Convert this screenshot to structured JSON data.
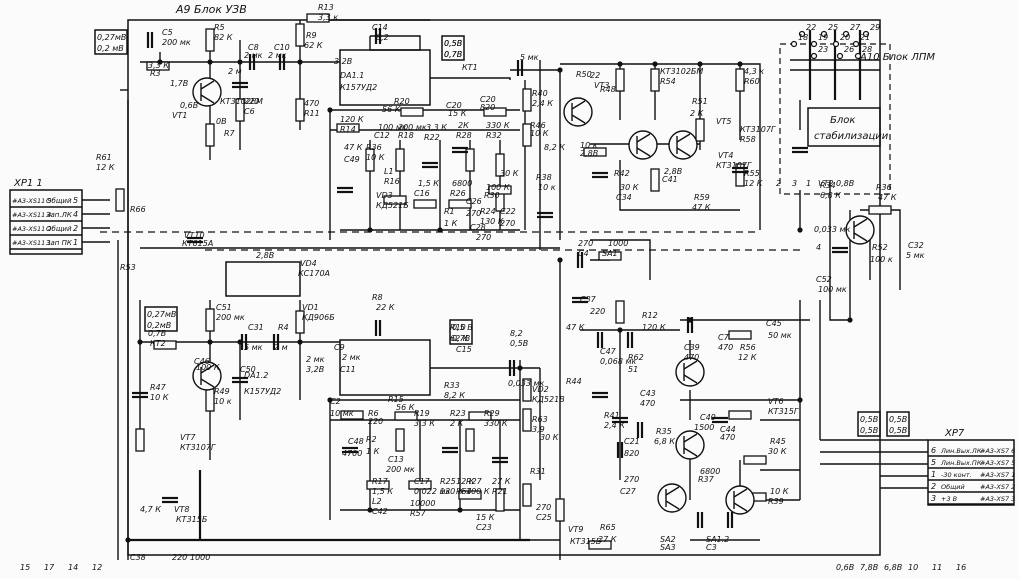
{
  "diagram": {
    "texts": {
      "a9": "А9  Блок  УЗВ",
      "a10": "А10 Блок ЛПМ",
      "blok_stab_1": "Блок",
      "blok_stab_2": "стабилизации",
      "xp1": "XP1 1",
      "xp7": "XP7",
      "lvl1a": "0,27мВ",
      "lvl1b": "0,2 мВ",
      "lvl2a": "0,27мВ",
      "lvl2b": "0,2мВ",
      "lvl3a": "0,5В",
      "lvl3b": "0,7В",
      "lvl4a": "0,5 В",
      "lvl4b": "0,7В",
      "lvl5a": "0,5В",
      "lvl5b": "0,5В",
      "lvl6a": "0,5В",
      "lvl6b": "0,5В"
    },
    "xp1_rows": [
      {
        "ref": "#А3-XS11 5",
        "name": "Общий",
        "pin": "5"
      },
      {
        "ref": "#А3-XS11 4",
        "name": "Зап.ЛК",
        "pin": "4"
      },
      {
        "ref": "#А3-XS11 2",
        "name": "Общий",
        "pin": "2"
      },
      {
        "ref": "#А3-XS11 1",
        "name": "Зап ПК",
        "pin": "1"
      }
    ],
    "xp7_rows": [
      {
        "pin": "6",
        "name": "Лин.Вых.ЛК",
        "ref": "#А3-XS7 6"
      },
      {
        "pin": "5",
        "name": "Лин.Вых.ПК",
        "ref": "#А3-XS7 5"
      },
      {
        "pin": "1",
        "name": "-30 конт.",
        "ref": "#А3-XS7 1"
      },
      {
        "pin": "2",
        "name": "Общий",
        "ref": "#А3-XS7 2"
      },
      {
        "pin": "3",
        "name": "+3 В",
        "ref": "#А3-XS7 3"
      }
    ],
    "labels": [
      "R13",
      "3,3 к",
      "C14",
      "8,2",
      "0,5В",
      "0,7В",
      "КТ1",
      "C5",
      "200 мк",
      "R5",
      "82 К",
      "C8",
      "2 мк",
      "C10",
      "2 мк",
      "R9",
      "62 К",
      "3,2В",
      "DA1.1",
      "К157УД2",
      "C20",
      "5 мк",
      "R50",
      "22",
      "VT3",
      "КТ3102БМ",
      "R54",
      "4,3 к",
      "R60",
      "3,3 К",
      "R3",
      "2 м",
      "1,7В",
      "0,6В",
      "VT1",
      "КТ3102ЕМ",
      "0В",
      "R7",
      "220",
      "C6",
      "470",
      "R11",
      "120 К",
      "R14",
      "56 К",
      "R20",
      "15 К",
      "C20",
      "820",
      "R40",
      "2,4 К",
      "R46",
      "10 К",
      "R48",
      "10 к",
      "2,8В",
      "R51",
      "2 К",
      "VT5",
      "КТ3107Г",
      "R58",
      "47 К",
      "C49",
      "100 мк",
      "C12",
      "200 мк",
      "R18",
      "3,3 К",
      "R22",
      "2К",
      "R28",
      "330 К",
      "R32",
      "8,2 К",
      "R36",
      "10 К",
      "L1",
      "R16",
      "1,5 К",
      "C16",
      "6800",
      "R26",
      "100 К",
      "R30",
      "30 К",
      "R38",
      "10 к",
      "R42",
      "30 К",
      "C34",
      "2,8В",
      "C41",
      "VT4",
      "КТ3107Г",
      "R55",
      "12 К",
      "R59",
      "47 К",
      "R61",
      "12 К",
      "VD3",
      "КД521Б",
      "R1",
      "1 К",
      "R24",
      "130 К",
      "C22",
      "270",
      "C26",
      "270",
      "C28",
      "270",
      "R34",
      "6,8 К",
      "R36",
      "47 К",
      "VT10",
      "КТ815А",
      "R66",
      "270",
      "C4",
      "1000",
      "SA1",
      "C37",
      "220",
      "R52",
      "100 к",
      "C32",
      "5 мк",
      "C52",
      "100 мк",
      "VD4",
      "КС170А",
      "C51",
      "200 мк",
      "VD1",
      "КД906Б",
      "R8",
      "22 К",
      "R10",
      "62 К",
      "C15",
      "8,2",
      "0,5В",
      "0,7В",
      "КТ2",
      "C31",
      "5 мк",
      "R4",
      "2 м",
      "C9",
      "2 мк",
      "C11",
      "2 мк",
      "3,2В",
      "DA1.2",
      "К157УД2",
      "R12",
      "120 К",
      "C7",
      "470",
      "R56",
      "12 К",
      "C45",
      "50 мк",
      "C47",
      "0,068 мк",
      "R62",
      "51",
      "C39",
      "470",
      "C43",
      "470",
      "VT6",
      "КТ315Г",
      "VD2",
      "КД521В",
      "R63",
      "3,9",
      "R47",
      "10 К",
      "R49",
      "10 к",
      "C2",
      "10 мк",
      "R6",
      "220",
      "R15",
      "56 К",
      "R19",
      "3,3 К",
      "R23",
      "2 К",
      "R29",
      "330 К",
      "R33",
      "8,2 К",
      "R41",
      "2,4 К",
      "C21",
      "820",
      "C40",
      "1500",
      "C44",
      "470",
      "VT7",
      "КТ3107Г",
      "C48",
      "4700",
      "R2",
      "1 К",
      "C13",
      "200 мк",
      "R17",
      "1,5 К",
      "C17",
      "0,022 мк",
      "R25",
      "130 К",
      "R27",
      "100 К",
      "R31",
      "30 К",
      "R35",
      "6,8 К",
      "R45",
      "30 К",
      "L2",
      "C42",
      "10000",
      "R57",
      "12 К",
      "R64",
      "27 К",
      "R21",
      "15 К",
      "C23",
      "270",
      "C25",
      "270",
      "C27",
      "6800",
      "R37",
      "10 К",
      "R39",
      "47 К",
      "R44",
      "4,7 К",
      "VT8",
      "КТ315Б",
      "VT9",
      "КТ315Б",
      "R65",
      "27 К",
      "SA2",
      "SA3",
      "SA1.2",
      "C3",
      "1000",
      "C38",
      "220",
      "R53",
      "100 К",
      "C46",
      "0,033 мк",
      "C50",
      "0,033 мк",
      "4",
      "2",
      "3",
      "1",
      "VT2",
      "0,8В",
      "2,8В",
      "0,6В",
      "7,8В",
      "6,8В",
      "10",
      "11",
      "16",
      "15",
      "17",
      "14",
      "12"
    ],
    "pin_numbers": [
      "22",
      "23",
      "25",
      "26",
      "27",
      "28",
      "29",
      "18",
      "19",
      "20",
      "21"
    ]
  }
}
